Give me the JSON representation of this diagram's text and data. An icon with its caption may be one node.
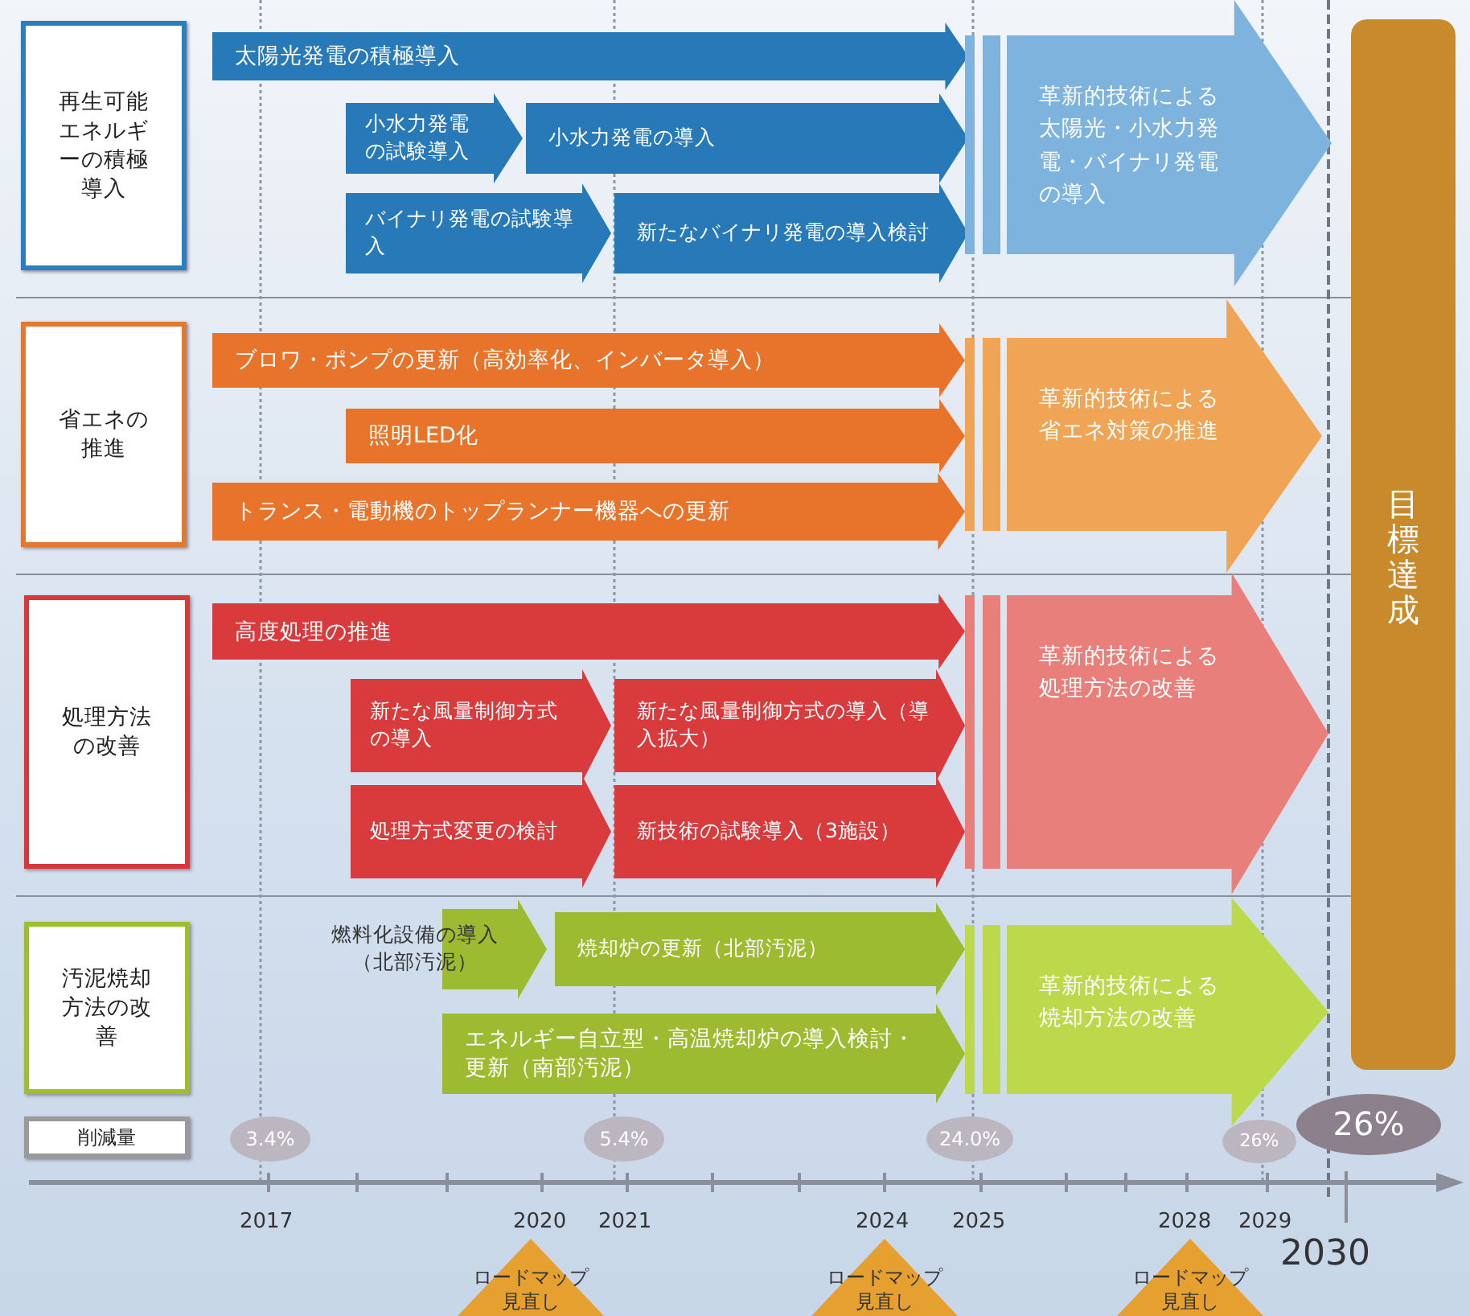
{
  "diagram": {
    "nodes": [
      {
        "text": [
          "再生可能エネルギーの積極導入"
        ]
      },
      {
        "text": [
          "太陽光発電の積極導入"
        ]
      },
      {
        "text": [
          "小水力発電の試験導入"
        ]
      },
      {
        "text": [
          "小水力発電の導入"
        ]
      },
      {
        "text": [
          "バイナリ発電の試験導入"
        ]
      },
      {
        "text": [
          "新たなバイナリ発電の導入検討"
        ]
      },
      {
        "text": [
          "革新的技術による太陽光・小水力発電・バイナリ発電の導入"
        ]
      },
      {
        "text": [
          "目標達成"
        ]
      },
      {
        "text": [
          "省エネの推進"
        ]
      },
      {
        "text": [
          "ブロワ・ポンプの更新（高効率化、インバータ導入）"
        ]
      },
      {
        "text": [
          "照明LED化"
        ]
      },
      {
        "text": [
          "トランス・電動機のトップランナー機器への更新"
        ]
      },
      {
        "text": [
          "革新的技術による省エネ対策の推進"
        ]
      },
      {
        "text": [
          "処理方法の改善"
        ]
      },
      {
        "text": [
          "高度処理の推進"
        ]
      },
      {
        "text": [
          "新たな風量制御方式の導入"
        ]
      },
      {
        "text": [
          "新たな風量制御方式の導入（導入拡大）"
        ]
      },
      {
        "text": [
          "処理方式変更の検討"
        ]
      },
      {
        "text": [
          "新技術の試験導入（3施設）"
        ]
      },
      {
        "text": [
          "革新的技術による処理方法の改善"
        ]
      },
      {
        "text": [
          "汚泥焼却方法の改善"
        ]
      },
      {
        "text": [
          "燃料化設備の導入（北部汚泥）"
        ]
      },
      {
        "text": [
          "焼却炉の更新（北部汚泥）"
        ]
      },
      {
        "text": [
          "エネルギー自立型・高温焼却炉の導入検討・更新（南部汚泥）"
        ]
      },
      {
        "text": [
          "革新的技術による焼却方法の改善"
        ]
      },
      {
        "text": [
          "削減量"
        ]
      },
      {
        "text": [
          "3.4%"
        ]
      },
      {
        "text": [
          "5.4%"
        ]
      },
      {
        "text": [
          "24.0%"
        ]
      },
      {
        "text": [
          "26%"
        ]
      },
      {
        "text": [
          "26%"
        ]
      },
      {
        "text": [
          "ロードマップ見直し"
        ]
      },
      {
        "text": [
          "ロードマップ見直し"
        ]
      },
      {
        "text": [
          "ロードマップ見直し"
        ]
      }
    ],
    "labels": [
      "2017",
      "2020",
      "2021",
      "2024",
      "2025",
      "2028",
      "2029",
      "2030"
    ]
  }
}
